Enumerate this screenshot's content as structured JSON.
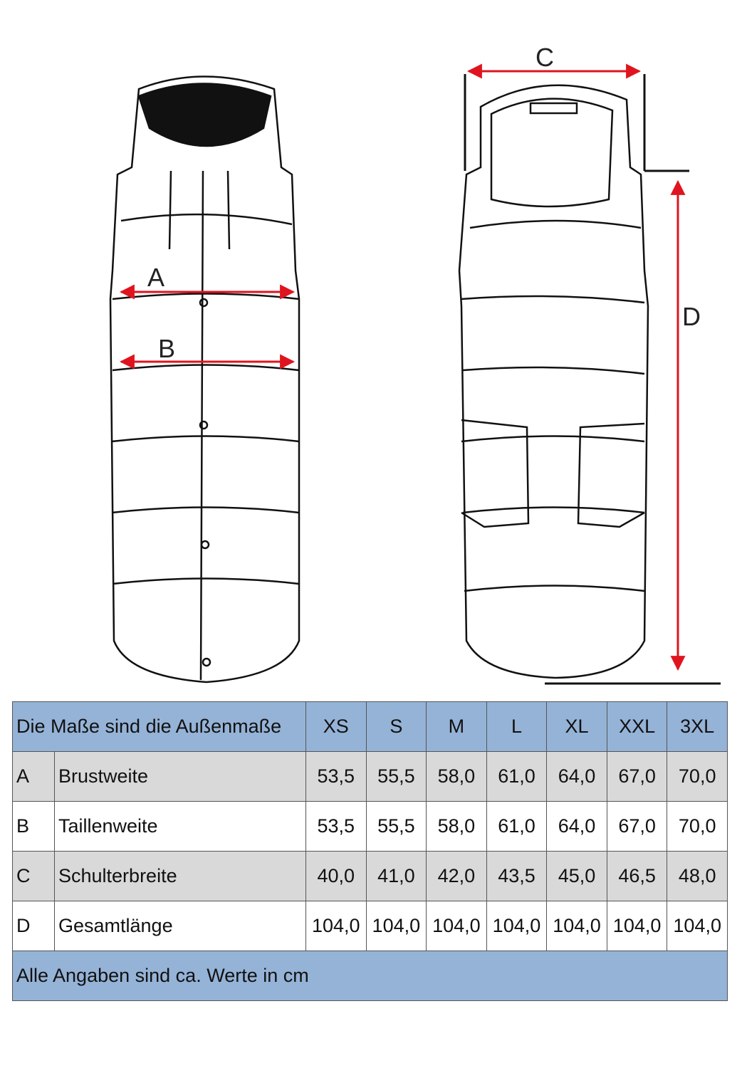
{
  "diagram": {
    "labels": {
      "a": "A",
      "b": "B",
      "c": "C",
      "d": "D"
    },
    "arrow_color": "#e0141e"
  },
  "table": {
    "header": "Die Maße sind die Außenmaße",
    "sizes": [
      "XS",
      "S",
      "M",
      "L",
      "XL",
      "XXL",
      "3XL"
    ],
    "rows": [
      {
        "key": "A",
        "label": "Brustweite",
        "values": [
          "53,5",
          "55,5",
          "58,0",
          "61,0",
          "64,0",
          "67,0",
          "70,0"
        ]
      },
      {
        "key": "B",
        "label": "Taillenweite",
        "values": [
          "53,5",
          "55,5",
          "58,0",
          "61,0",
          "64,0",
          "67,0",
          "70,0"
        ]
      },
      {
        "key": "C",
        "label": "Schulterbreite",
        "values": [
          "40,0",
          "41,0",
          "42,0",
          "43,5",
          "45,0",
          "46,5",
          "48,0"
        ]
      },
      {
        "key": "D",
        "label": "Gesamtlänge",
        "values": [
          "104,0",
          "104,0",
          "104,0",
          "104,0",
          "104,0",
          "104,0",
          "104,0"
        ]
      }
    ],
    "footer": "Alle Angaben sind ca. Werte in cm",
    "header_color": "#95b3d7",
    "row_gray_color": "#d9d9d9"
  }
}
